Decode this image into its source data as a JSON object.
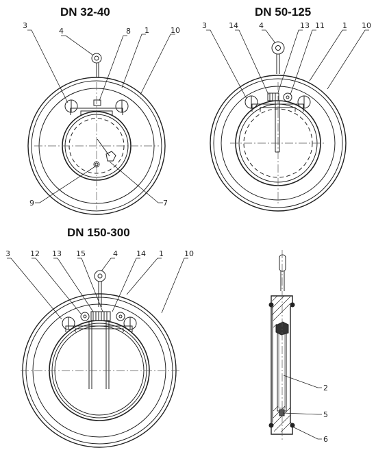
{
  "titles": {
    "small": "DN 32-40",
    "medium": "DN 50-125",
    "large": "DN 150-300"
  },
  "callouts": {
    "small": [
      "3",
      "4",
      "8",
      "1",
      "10",
      "9",
      "7"
    ],
    "medium": [
      "3",
      "14",
      "4",
      "13",
      "11",
      "1",
      "10"
    ],
    "large": [
      "3",
      "12",
      "13",
      "15",
      "4",
      "14",
      "1",
      "10"
    ],
    "section": [
      "2",
      "5",
      "6"
    ]
  },
  "colors": {
    "line": "#222222",
    "centerline": "#555555",
    "background": "#ffffff"
  }
}
